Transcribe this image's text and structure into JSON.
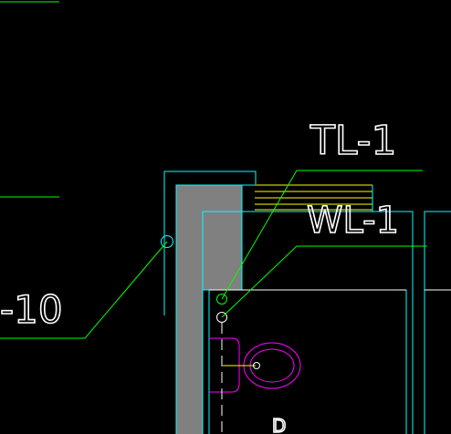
{
  "labels": {
    "tl_pipe": "TL-1",
    "wl_pipe": "WL-1",
    "left_pipe": "-10",
    "fragment": "D"
  },
  "colors": {
    "background": "#000000",
    "wall_fill": "#808080",
    "cyan": "#00ffff",
    "green": "#00ff00",
    "yellow": "#ffff00",
    "white": "#ffffff",
    "magenta": "#ff00ff"
  },
  "icons": [
    "pipe-marker-icon",
    "toilet-fixture-icon"
  ]
}
